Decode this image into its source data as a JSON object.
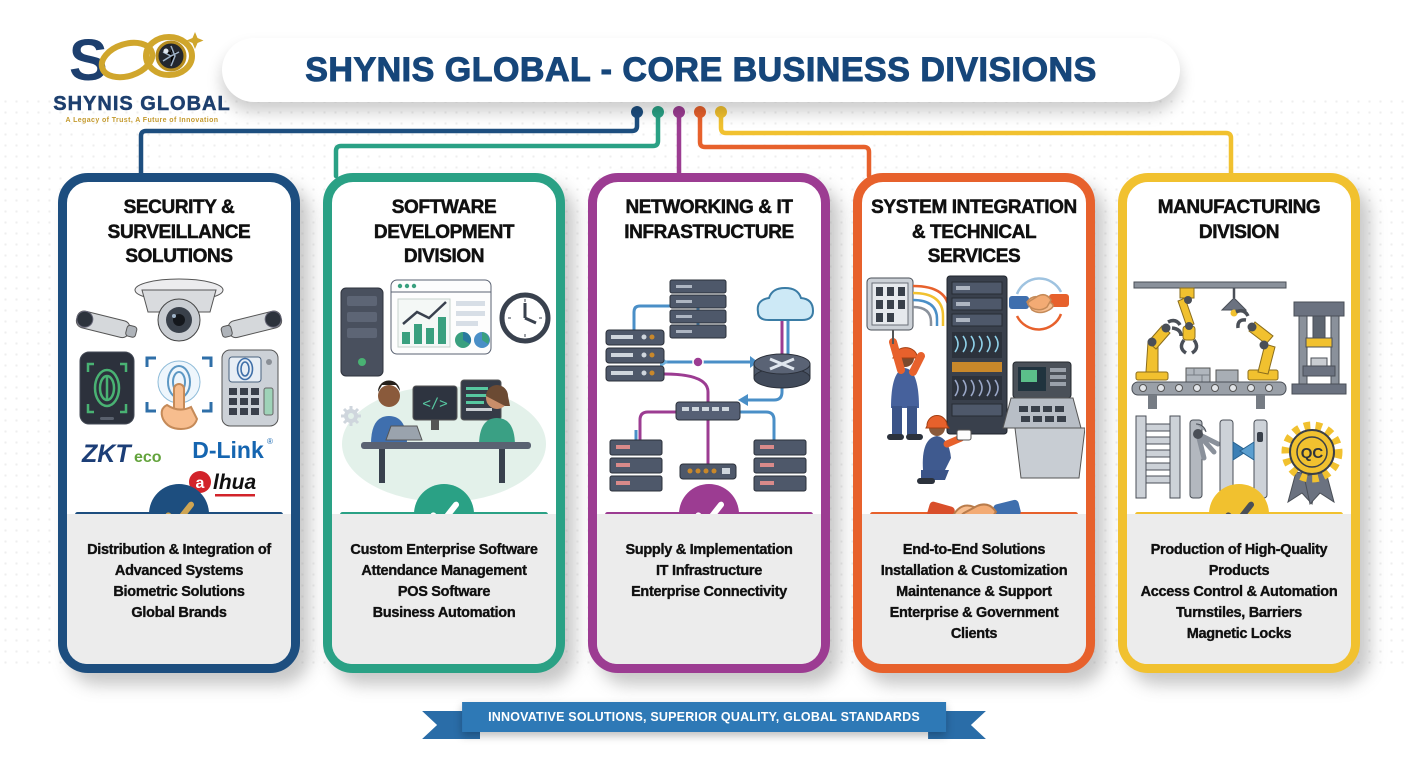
{
  "logo": {
    "company": "SHYNIS GLOBAL",
    "tagline": "A Legacy of Trust, A Future of Innovation",
    "monogram": "S"
  },
  "header": {
    "title": "SHYNIS GLOBAL - CORE BUSINESS DIVISIONS"
  },
  "footer": {
    "ribbon": "INNOVATIVE SOLUTIONS, SUPERIOR QUALITY, GLOBAL STANDARDS"
  },
  "colors": {
    "title_navy": "#16467a",
    "ribbon_blue": "#2e79b6",
    "logo_gold": "#c9a227",
    "panel_gray": "#ececec"
  },
  "divisions": [
    {
      "title_lines": [
        "SECURITY &",
        "SURVEILLANCE",
        "SOLUTIONS"
      ],
      "accent": "#1d4e7f",
      "check_color": "#cfa552",
      "art": "cctv-dome-and-bullet-cameras, fingerprint-scanner, touch-fingerprint, biometric-keypad-device",
      "brands": {
        "zkteco_prefix": "ZKT",
        "zkteco_suffix": "eco",
        "dlink": "D-Link",
        "dlink_reg": "®",
        "dahua_initial": "a",
        "dahua_rest": "lhua"
      },
      "points": [
        "Distribution & Integration of Advanced Systems",
        "Biometric Solutions",
        "Global Brands"
      ]
    },
    {
      "title_lines": [
        "SOFTWARE",
        "DEVELOPMENT",
        "DIVISION"
      ],
      "accent": "#2aa185",
      "check_color": "#ffffff",
      "art": "developers-at-desks, server-tower, analytics-dashboard, wall-clock",
      "points": [
        "Custom Enterprise Software",
        "Attendance Management",
        "POS Software",
        "Business Automation"
      ]
    },
    {
      "title_lines": [
        "NETWORKING & IT",
        "INFRASTRUCTURE"
      ],
      "accent": "#9c3c92",
      "check_color": "#ffffff",
      "art": "network-topology: server-stacks, cloud, router, core-switch, modem",
      "points": [
        "Supply & Implementation",
        "IT Infrastructure",
        "Enterprise Connectivity"
      ]
    },
    {
      "title_lines": [
        "SYSTEM INTEGRATION",
        "& TECHNICAL SERVICES"
      ],
      "accent": "#e7612c",
      "art": "technicians-wiring-server-rack, control-console, handshake",
      "points": [
        "End-to-End Solutions",
        "Installation & Customization",
        "Maintenance & Support",
        "Enterprise & Government Clients"
      ]
    },
    {
      "title_lines": [
        "MANUFACTURING",
        "DIVISION"
      ],
      "accent": "#f1c12f",
      "check_color": "#4a4f57",
      "badge_label": "QC",
      "art": "robotic-arms-on-conveyor, press-machine, turnstiles, barrier-gates, qc-rosette",
      "points": [
        "Production of High-Quality Products",
        "Access Control & Automation",
        "Turnstiles, Barriers",
        "Magnetic Locks"
      ]
    }
  ]
}
